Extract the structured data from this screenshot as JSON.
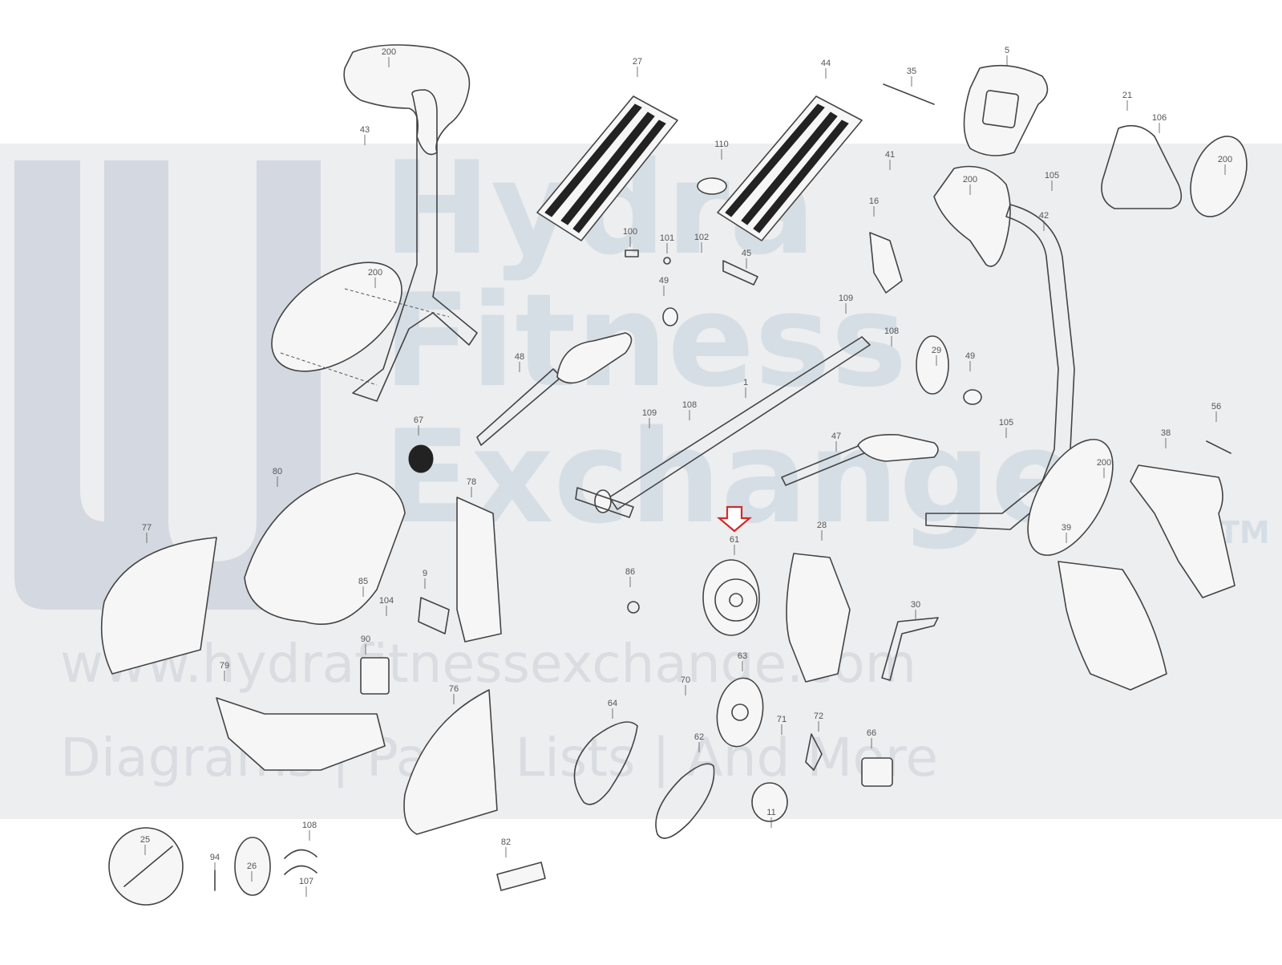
{
  "watermark": {
    "brand_line1": "Hydra",
    "brand_line2": "Fitness",
    "brand_line3": "Exchange",
    "trademark": "TM",
    "website": "www.hydrafitnessexchange.com",
    "slogan": "Diagrams | Parts Lists | And More"
  },
  "highlight": {
    "part_number": "61",
    "arrow_color": "#d22b2b"
  },
  "colors": {
    "line_art": "#444444",
    "banner": "#dee0e4",
    "watermark": "#cdd8e2"
  },
  "callouts": [
    {
      "id": "200a",
      "label": "200"
    },
    {
      "id": "43",
      "label": "43"
    },
    {
      "id": "27",
      "label": "27"
    },
    {
      "id": "44",
      "label": "44"
    },
    {
      "id": "35",
      "label": "35"
    },
    {
      "id": "5",
      "label": "5"
    },
    {
      "id": "21",
      "label": "21"
    },
    {
      "id": "106",
      "label": "106"
    },
    {
      "id": "200b",
      "label": "200"
    },
    {
      "id": "110",
      "label": "110"
    },
    {
      "id": "41",
      "label": "41"
    },
    {
      "id": "200c",
      "label": "200"
    },
    {
      "id": "105a",
      "label": "105"
    },
    {
      "id": "42",
      "label": "42"
    },
    {
      "id": "16",
      "label": "16"
    },
    {
      "id": "100",
      "label": "100"
    },
    {
      "id": "101",
      "label": "101"
    },
    {
      "id": "102",
      "label": "102"
    },
    {
      "id": "45",
      "label": "45"
    },
    {
      "id": "200d",
      "label": "200"
    },
    {
      "id": "49a",
      "label": "49"
    },
    {
      "id": "109a",
      "label": "109"
    },
    {
      "id": "108a",
      "label": "108"
    },
    {
      "id": "48",
      "label": "48"
    },
    {
      "id": "1",
      "label": "1"
    },
    {
      "id": "29",
      "label": "29"
    },
    {
      "id": "49b",
      "label": "49"
    },
    {
      "id": "67",
      "label": "67"
    },
    {
      "id": "109b",
      "label": "109"
    },
    {
      "id": "108b",
      "label": "108"
    },
    {
      "id": "105b",
      "label": "105"
    },
    {
      "id": "56",
      "label": "56"
    },
    {
      "id": "47",
      "label": "47"
    },
    {
      "id": "38",
      "label": "38"
    },
    {
      "id": "200e",
      "label": "200"
    },
    {
      "id": "80",
      "label": "80"
    },
    {
      "id": "78",
      "label": "78"
    },
    {
      "id": "77",
      "label": "77"
    },
    {
      "id": "61",
      "label": "61"
    },
    {
      "id": "28",
      "label": "28"
    },
    {
      "id": "39",
      "label": "39"
    },
    {
      "id": "85",
      "label": "85"
    },
    {
      "id": "9",
      "label": "9"
    },
    {
      "id": "104",
      "label": "104"
    },
    {
      "id": "86",
      "label": "86"
    },
    {
      "id": "30",
      "label": "30"
    },
    {
      "id": "90",
      "label": "90"
    },
    {
      "id": "79",
      "label": "79"
    },
    {
      "id": "76",
      "label": "76"
    },
    {
      "id": "70",
      "label": "70"
    },
    {
      "id": "63",
      "label": "63"
    },
    {
      "id": "64",
      "label": "64"
    },
    {
      "id": "71",
      "label": "71"
    },
    {
      "id": "72",
      "label": "72"
    },
    {
      "id": "66",
      "label": "66"
    },
    {
      "id": "62",
      "label": "62"
    },
    {
      "id": "11",
      "label": "11"
    },
    {
      "id": "25",
      "label": "25"
    },
    {
      "id": "94",
      "label": "94"
    },
    {
      "id": "26",
      "label": "26"
    },
    {
      "id": "108c",
      "label": "108"
    },
    {
      "id": "107",
      "label": "107"
    },
    {
      "id": "82",
      "label": "82"
    }
  ]
}
